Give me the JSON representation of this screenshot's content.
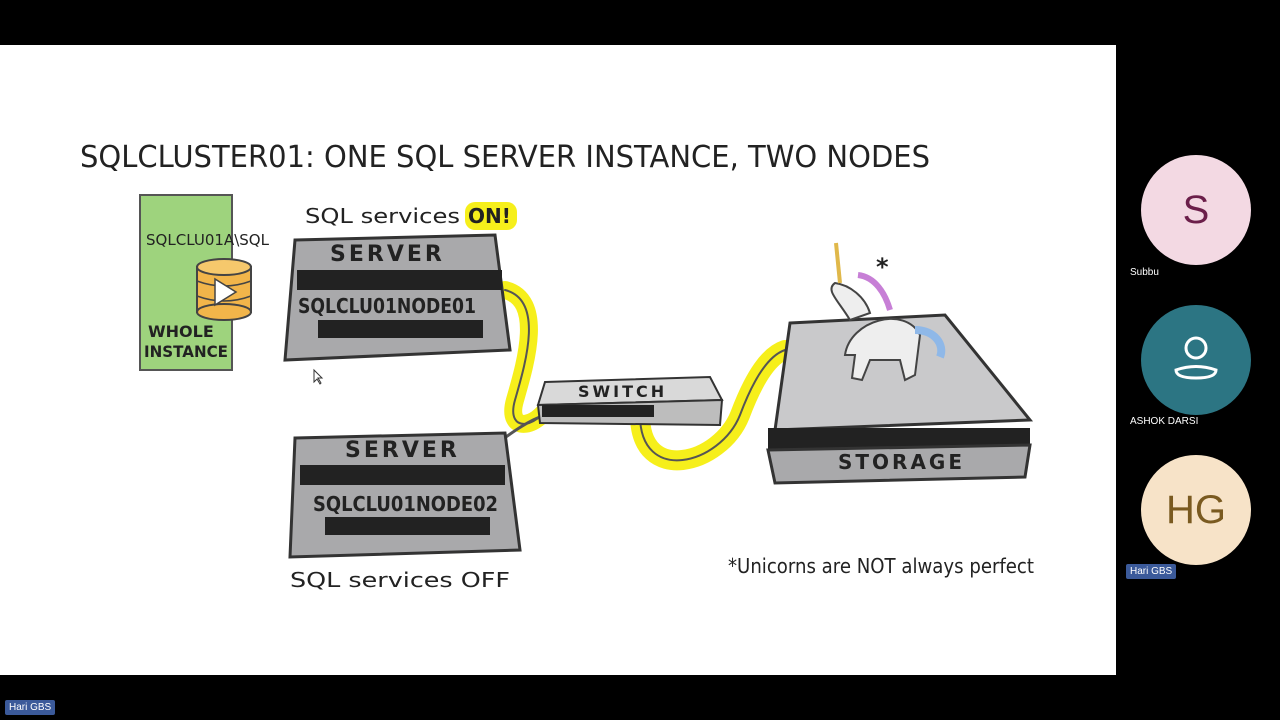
{
  "slide": {
    "title": "SQLCLUSTER01: ONE SQL SERVER INSTANCE, TWO NODES",
    "instance_box": {
      "name": "SQLCLU01A\\SQL",
      "label_line1": "WHOLE",
      "label_line2": "INSTANCE"
    },
    "server1": {
      "header": "SERVER",
      "name": "SQLCLU01NODE01",
      "status_prefix": "SQL services",
      "status": "ON!"
    },
    "server2": {
      "header": "SERVER",
      "name": "SQLCLU01NODE02",
      "status": "SQL services OFF"
    },
    "switch_label": "SWITCH",
    "storage_label": "STORAGE",
    "footnote": "*Unicorns are NOT always perfect",
    "asterisk": "*"
  },
  "participants": [
    {
      "initials": "S",
      "name": "Subbu",
      "bg": "#f3d9e3",
      "fg": "#6b1f4a"
    },
    {
      "initials": "",
      "name": "ASHOK DARSI",
      "bg": "#2c7583",
      "fg": "#ffffff"
    },
    {
      "initials": "HG",
      "name": "Hari GBS",
      "bg": "#f7e3c8",
      "fg": "#7a5a20"
    }
  ],
  "self_view_label": "Hari GBS",
  "colors": {
    "highlight_yellow": "#f6ef1b",
    "instance_green": "#9ed37d",
    "cylinder_orange": "#f2b54a"
  }
}
